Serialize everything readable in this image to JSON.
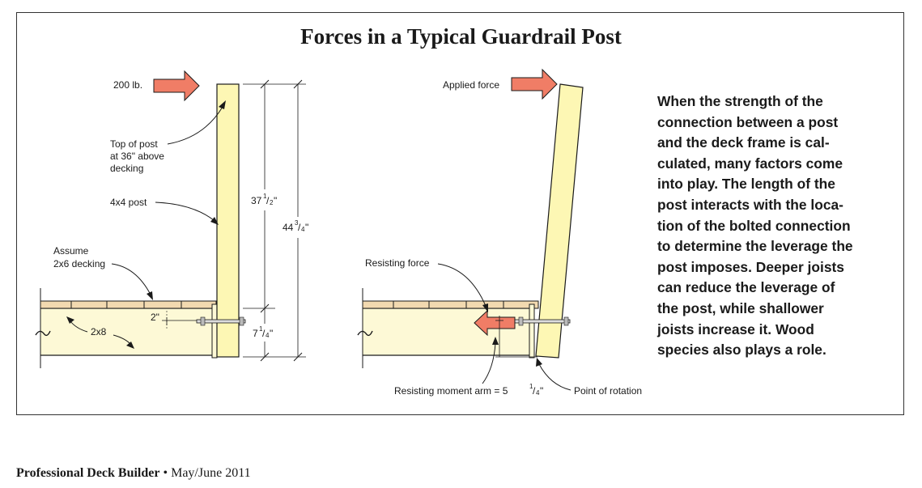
{
  "title": "Forces in a Typical Guardrail Post",
  "left_diagram": {
    "load_label": "200 lb.",
    "top_of_post_lines": [
      "Top of post",
      "at 36\" above",
      "decking"
    ],
    "post_label": "4x4 post",
    "decking_lines": [
      "Assume",
      "2x6 decking"
    ],
    "joist_label": "2x8",
    "offset_label": "2\"",
    "dim_post": {
      "whole": "37",
      "num": "1",
      "den": "2",
      "unit": "\""
    },
    "dim_total": {
      "whole": "44",
      "num": "3",
      "den": "4",
      "unit": "\""
    },
    "dim_joist": {
      "whole": "7",
      "num": "1",
      "den": "4",
      "unit": "\""
    }
  },
  "right_diagram": {
    "applied_force_label": "Applied force",
    "resisting_force_label": "Resisting force",
    "moment_arm_label": "Resisting moment arm = 5",
    "moment_arm_frac": {
      "num": "1",
      "den": "4",
      "unit": "\""
    },
    "rotation_label": "Point of rotation"
  },
  "description_lines": [
    "When the strength of the",
    "connection between a post",
    "and the deck frame is cal-",
    "culated, many factors come",
    "into play. The length of the",
    "post interacts with the loca-",
    "tion of the bolted connection",
    "to determine the leverage the",
    "post imposes. Deeper joists",
    "can reduce the leverage of",
    "the post, while shallower",
    "joists increase it. Wood",
    "species also plays a role."
  ],
  "footer": {
    "publication": "Professional Deck Builder",
    "separator": " • ",
    "date": "May/June 2011"
  },
  "colors": {
    "post": "#fdf7b4",
    "joist": "#fdf9d6",
    "decking": "#f2d9b0",
    "arrow": "#f07d66",
    "line": "#1a1a1a"
  }
}
